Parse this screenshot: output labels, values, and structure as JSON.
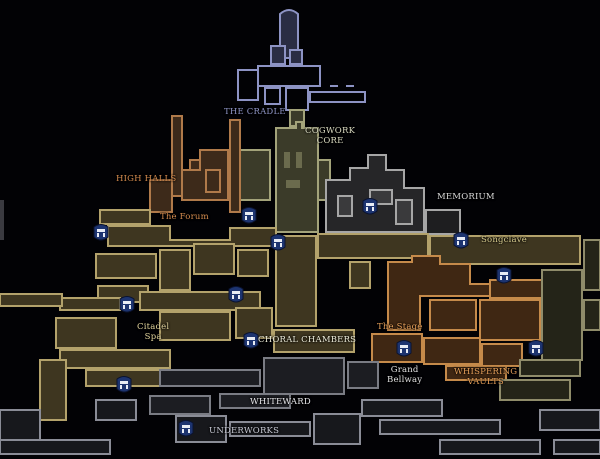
{
  "map": {
    "labels": {
      "the_cradle": "THE CRADLE",
      "cogwork_core": "COGWORK\nCORE",
      "high_halls": "HIGH HALLS",
      "the_forum": "The Forum",
      "memorium": "MEMORIUM",
      "songclave": "Songclave",
      "citadel_spa": "Citadel\nSpa",
      "choral_chambers": "CHORAL CHAMBERS",
      "the_stage": "The Stage",
      "grand_bellway": "Grand\nBellway",
      "whispering_vaults": "WHISPERING\nVAULTS",
      "whiteward": "WHITEWARD",
      "underworks": "UNDERWORKS"
    },
    "colors": {
      "background": "#020205",
      "cradle": "#8d93c4",
      "cogwork": "#a3a37a",
      "high_halls": "#b07a4a",
      "memorium": "#a6a6a6",
      "citadel": "#b3a26b",
      "stage": "#c58a4a",
      "whiteward": "#7a7c84",
      "underworks": "#8a8c96",
      "bench_marker": "#1d3470"
    },
    "markers": {
      "icon": "bench-icon",
      "count": 13
    }
  }
}
